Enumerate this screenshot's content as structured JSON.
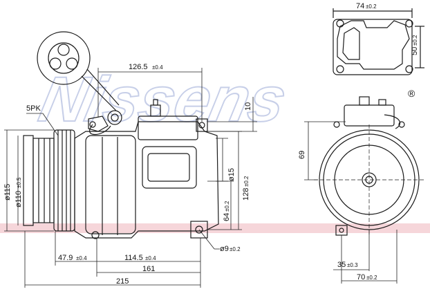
{
  "watermark": {
    "brand": "Nissens",
    "mark": "®"
  },
  "colors": {
    "line": "#1a1a1a",
    "dim": "#222222",
    "accent_band": "#f4c9cf",
    "watermark": "#9aa8d6"
  },
  "callouts": {
    "belt": "5PK"
  },
  "dimensions": {
    "flange_width": {
      "value": "74",
      "tol": "±0.2"
    },
    "flange_height": {
      "value": "50",
      "tol": "±0.2"
    },
    "top_length": {
      "value": "126.5",
      "tol": "±0.4"
    },
    "top_offset": {
      "value": "10"
    },
    "pulley_outer": {
      "value": "ø115"
    },
    "pulley_inner": {
      "value": "ø110",
      "tol": "±0.5"
    },
    "port_dia": {
      "value": "ø15"
    },
    "total_height": {
      "value": "128",
      "tol": "±0.2"
    },
    "lower_height": {
      "value": "64",
      "tol": "±0.2"
    },
    "mount_hole": {
      "value": "ø9",
      "tol": "±0.2"
    },
    "pulley_offset": {
      "value": "47.9",
      "tol": "±0.4"
    },
    "mount_span": {
      "value": "114.5",
      "tol": "±0.4"
    },
    "body_length": {
      "value": "161"
    },
    "overall_length": {
      "value": "215"
    },
    "side_height": {
      "value": "69"
    },
    "side_offset": {
      "value": "35",
      "tol": "±0.3"
    },
    "side_width": {
      "value": "70",
      "tol": "±0.2"
    }
  }
}
